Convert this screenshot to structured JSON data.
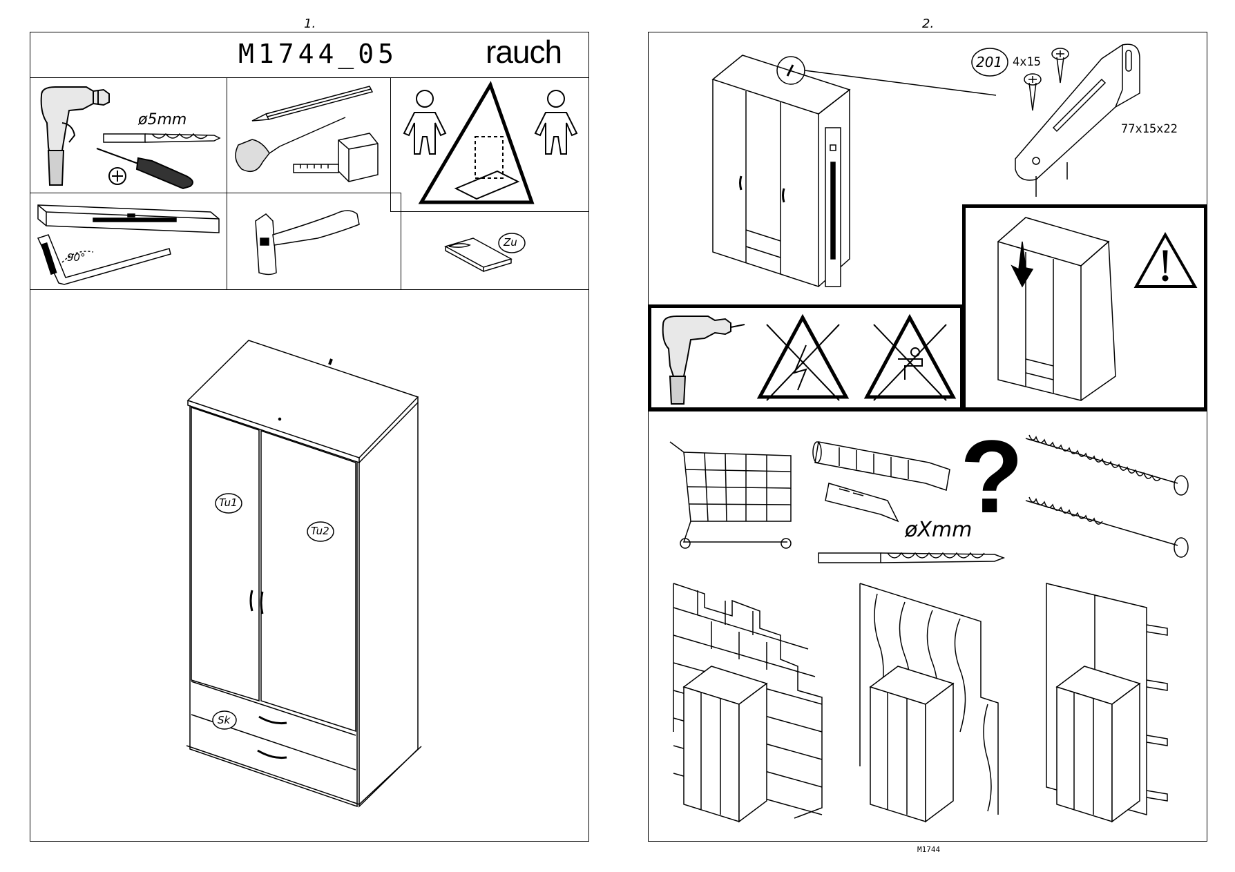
{
  "page1": {
    "number": "1.",
    "model_code": "M1744_05",
    "brand": "rauch",
    "tools": {
      "drill_bit_size": "ø5mm",
      "square_angle": "90°",
      "closed_label": "Zu"
    },
    "part_labels": {
      "door_left": "Tu1",
      "door_right": "Tu2",
      "drawer": "Sk"
    }
  },
  "page2": {
    "number": "2.",
    "hardware": {
      "part_number": "201",
      "screw_size": "4x15",
      "bracket_size": "77x15x22"
    },
    "drill_label": "øXmm",
    "question_mark": "?",
    "footer_code": "M1744"
  }
}
